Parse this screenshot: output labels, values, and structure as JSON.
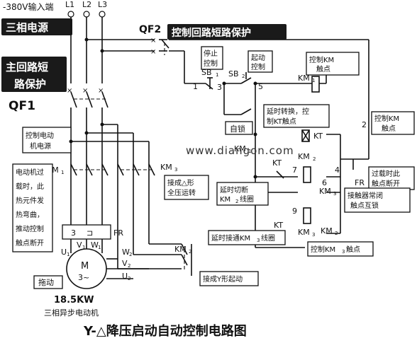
{
  "labels": {
    "input_voltage": "-380V输入端",
    "L1": "L1",
    "L2": "L2",
    "L3": "L3",
    "three_phase": "三相电源",
    "main_short_1": "主回路短",
    "main_short_2": "路保护",
    "QF1": "QF1",
    "QF2": "QF2",
    "control_short": "控制回路短路保护",
    "motor_power_1": "控制电动",
    "motor_power_2": "机电源",
    "KM1_main": "KM",
    "KM3_main": "KM",
    "delta_1": "接成△形",
    "delta_2": "全压运转",
    "overload_1": "电动机过",
    "overload_2": "载时，此",
    "overload_3": "热元件发",
    "overload_4": "热弯曲，",
    "overload_5": "推动控制",
    "overload_6": "触点断开",
    "FR": "FR",
    "FR_ctrl": "FR",
    "three": "3",
    "U1": "U",
    "V1": "V",
    "W1": "W",
    "W2": "W",
    "V2": "V",
    "U2": "U",
    "motor_M": "M",
    "motor_3": "3~",
    "drive": "拖动",
    "power": "18.5KW",
    "motor_name": "三相异步电动机",
    "KM2_star": "KM",
    "star_start": "接成Y形起动",
    "stop_1": "停止",
    "stop_2": "控制",
    "start_1": "起动",
    "start_2": "控制",
    "SB1": "SB",
    "SB2": "SB",
    "n1": "1",
    "n3": "3",
    "n5": "5",
    "n2": "2",
    "n4": "4",
    "n6": "6",
    "n7": "7",
    "n9": "9",
    "km1_contact_1": "控制KM",
    "km1_contact_2": "触点",
    "KM1_coil": "KM",
    "delay_1": "延时转换，控",
    "delay_2": "制KT触点",
    "KT_coil": "KT",
    "self_lock": "自锁",
    "KM1_lock": "KM",
    "km2_contact_1": "控制KM",
    "km2_contact_2": "触点",
    "KM2_nc": "KM",
    "KT_a": "KT",
    "KT_b": "KT",
    "delay_cut_1": "延时切断",
    "delay_cut_2": "KM",
    "delay_cut_3": "线圈",
    "KM3_nc": "KM",
    "overload_r_1": "过载时此",
    "overload_r_2": "触点断开",
    "interlock_1": "接触器常闭",
    "interlock_2": "触点互锁",
    "KM2_nc2": "KM",
    "delay_on": "延时接通KM",
    "delay_on_2": "线圈",
    "KM3_aux": "KM",
    "km3_contact": "控制KM",
    "km3_contact_2": "触点",
    "watermark": "www.diangon.com",
    "title": "Y-△降压启动自动控制电路图"
  },
  "subs": {
    "one": "1",
    "two": "2",
    "three": "3"
  }
}
